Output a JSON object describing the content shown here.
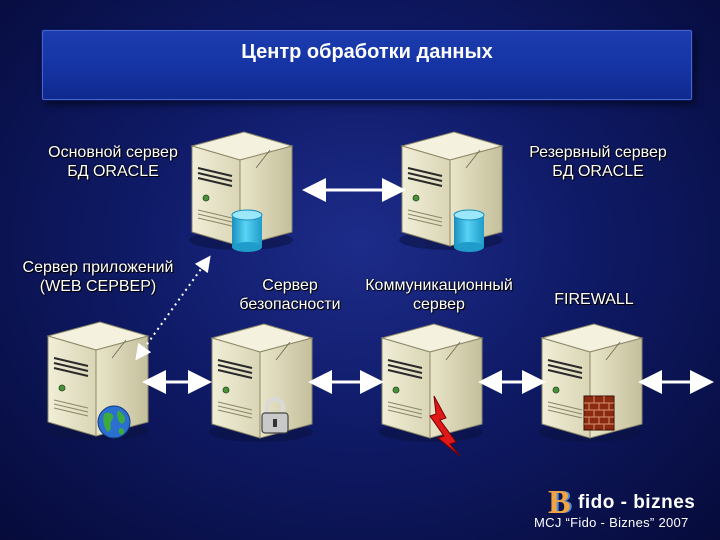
{
  "header": {
    "title": "Центр обработки данных"
  },
  "nodes": {
    "primary_db": {
      "label_line1": "Основной сервер",
      "label_line2": "БД ORACLE"
    },
    "backup_db": {
      "label_line1": "Резервный сервер",
      "label_line2": "БД ORACLE"
    },
    "app_server": {
      "label_line1": "Сервер приложений",
      "label_line2": "(WEB СЕРВЕР)"
    },
    "security_server": {
      "label_line1": "Сервер",
      "label_line2": "безопасности"
    },
    "comm_server": {
      "label_line1": "Коммуникационный",
      "label_line2": "сервер"
    },
    "firewall": {
      "label": "FIREWALL"
    }
  },
  "footer": {
    "logo_mark": "B",
    "logo_text": "fido - biznes",
    "caption": "MCJ “Fido - Biznes” 2007"
  },
  "colors": {
    "background": "#0f1a66",
    "title_bar": "#1533a3",
    "server_body": "#e6e2c6",
    "database": "#33bde8",
    "link_arrow": "#ffffff"
  },
  "icons": [
    "server-icon",
    "database-icon",
    "globe-icon",
    "padlock-icon",
    "lightning-icon",
    "brick-wall-icon",
    "double-arrow-icon",
    "logo-icon"
  ]
}
